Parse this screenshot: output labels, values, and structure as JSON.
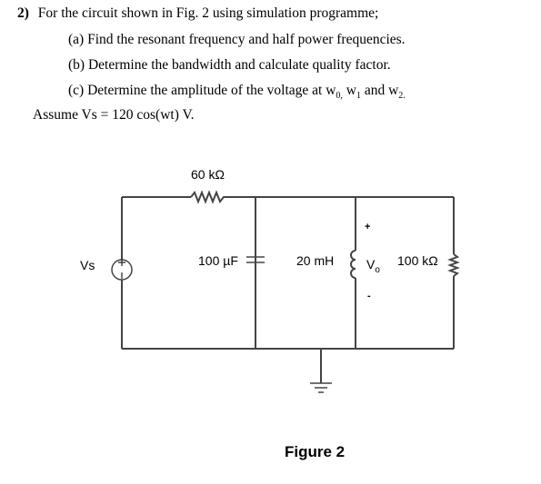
{
  "problem": {
    "number": "2)",
    "intro": "For the circuit shown in Fig. 2 using simulation programme;",
    "part_a": "(a) Find the resonant frequency and half power frequencies.",
    "part_b": "(b) Determine the bandwidth and calculate quality factor.",
    "part_c_text": "(c) Determine the amplitude of the voltage at w",
    "part_c_sub0": "0,",
    "part_c_w1": " w",
    "part_c_sub1": "1",
    "part_c_and": " and w",
    "part_c_sub2": "2.",
    "assume": "Assume Vs = 120 cos(wt) V."
  },
  "circuit": {
    "source_label": "Vs",
    "resistor_series": "60 kΩ",
    "capacitor": "100 µF",
    "inductor": "20 mH",
    "output_label": "V",
    "output_sub": "o",
    "output_plus": "+",
    "output_minus": "-",
    "resistor_load": "100 kΩ",
    "figure_caption": "Figure 2"
  }
}
